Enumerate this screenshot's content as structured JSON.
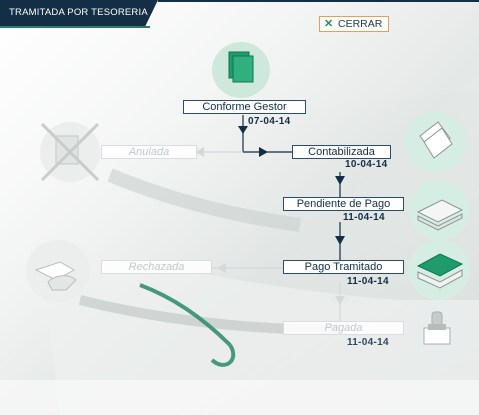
{
  "header": {
    "title": "TRAMITADA POR TESORERIA"
  },
  "close_button": {
    "icon": "close-icon",
    "label": "CERRAR"
  },
  "steps": [
    {
      "label": "Conforme Gestor",
      "date": "07-04-14",
      "state": "completed",
      "icon": "documents-icon"
    },
    {
      "label": "Contabilizada",
      "date": "10-04-14",
      "state": "completed",
      "icon": "papers-icon"
    },
    {
      "label": "Pendiente de Pago",
      "date": "11-04-14",
      "state": "completed",
      "icon": "paper-stack-icon"
    },
    {
      "label": "Pago Tramitado",
      "date": "11-04-14",
      "state": "current",
      "icon": "green-paper-stack-icon"
    },
    {
      "label": "Pagada",
      "date": "11-04-14",
      "state": "inactive",
      "icon": "stamp-icon"
    }
  ],
  "branches": [
    {
      "label": "Anulada",
      "state": "inactive",
      "icon": "cancelled-document-icon"
    },
    {
      "label": "Rechazada",
      "state": "inactive",
      "icon": "hand-reject-icon"
    }
  ],
  "colors": {
    "navy": "#132e45",
    "green": "#2a9d74",
    "light_green": "#d6ede3",
    "inactive": "#c2c7cc"
  }
}
